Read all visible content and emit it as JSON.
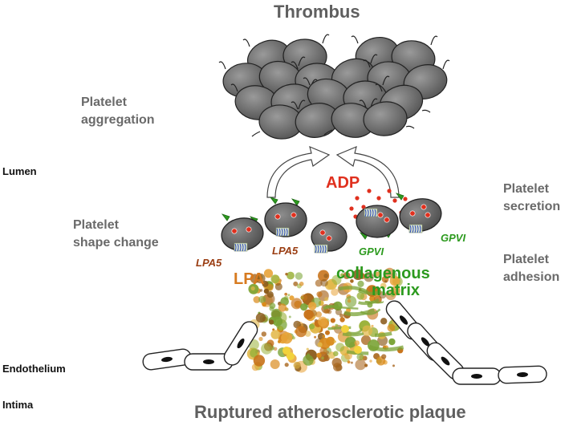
{
  "title": "Thrombus",
  "bottom_title": "Ruptured atherosclerotic plaque",
  "colors": {
    "platelet_fill": "#6e6e6e",
    "platelet_stroke": "#222222",
    "adp": "#e0301e",
    "lpa_text": "#d77a1f",
    "lpa5_text": "#9a3d12",
    "gpvi_text": "#2c9a1e",
    "plaque_orange": "#d98a1a",
    "plaque_green": "#7aa335",
    "receptor": "#3a57b8",
    "cell_outline": "#222222"
  },
  "labels": {
    "platelet_aggregation": [
      "Platelet",
      "aggregation"
    ],
    "platelet_shape_change": [
      "Platelet",
      "shape change"
    ],
    "platelet_secretion": [
      "Platelet",
      "secretion"
    ],
    "platelet_adhesion": [
      "Platelet",
      "adhesion"
    ],
    "lumen": "Lumen",
    "endothelium": "Endothelium",
    "intima": "Intima",
    "adp": "ADP",
    "lpa": "LPA",
    "lpa5_a": "LPA5",
    "lpa5_b": "LPA5",
    "gpvi_a": "GPVI",
    "gpvi_b": "GPVI",
    "collagen": [
      "collagenous",
      "matrix"
    ]
  },
  "icons": {
    "platelet": "platelet-icon",
    "receptor": "receptor-icon",
    "arrow": "hollow-arrow-icon",
    "endothelial_cell": "endothelial-cell-icon",
    "plaque": "plaque-micrograph"
  }
}
